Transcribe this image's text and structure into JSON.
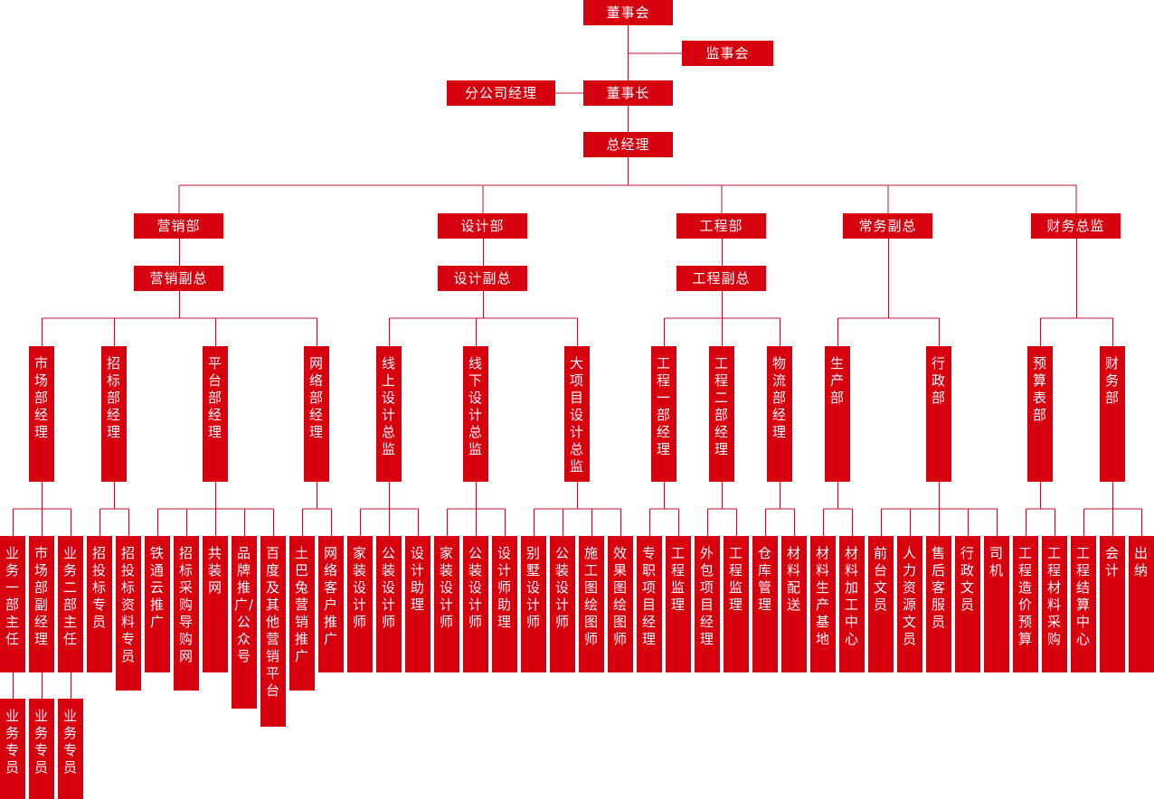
{
  "colors": {
    "box": "#d7000f",
    "line": "#c8102e",
    "text": "#ffffff"
  },
  "boxes": [
    {
      "id": "dongshihui",
      "label": "董事会"
    },
    {
      "id": "jianshihui",
      "label": "监事会"
    },
    {
      "id": "fengongsi",
      "label": "分公司经理"
    },
    {
      "id": "dongshizhang",
      "label": "董事长"
    },
    {
      "id": "zongjingli",
      "label": "总经理"
    },
    {
      "id": "yingxiaobu",
      "label": "营销部"
    },
    {
      "id": "shejibu",
      "label": "设计部"
    },
    {
      "id": "gongchengbu",
      "label": "工程部"
    },
    {
      "id": "changwu",
      "label": "常务副总"
    },
    {
      "id": "caiwu",
      "label": "财务总监"
    },
    {
      "id": "yingxiaofuzong",
      "label": "营销副总"
    },
    {
      "id": "shejifuzong",
      "label": "设计副总"
    },
    {
      "id": "gongchengfuzong",
      "label": "工程副总"
    },
    {
      "id": "l3_1",
      "label": "市场部经理"
    },
    {
      "id": "l3_2",
      "label": "招标部经理"
    },
    {
      "id": "l3_3",
      "label": "平台部经理"
    },
    {
      "id": "l3_4",
      "label": "网络部经理"
    },
    {
      "id": "l3_5",
      "label": "线上设计总监"
    },
    {
      "id": "l3_6",
      "label": "线下设计总监"
    },
    {
      "id": "l3_7",
      "label": "大项目设计总监"
    },
    {
      "id": "l3_8",
      "label": "工程一部经理"
    },
    {
      "id": "l3_9",
      "label": "工程二部经理"
    },
    {
      "id": "l3_10",
      "label": "物流部经理"
    },
    {
      "id": "l3_11",
      "label": "生产部"
    },
    {
      "id": "l3_12",
      "label": "行政部"
    },
    {
      "id": "l3_13",
      "label": "预算表部"
    },
    {
      "id": "l3_14",
      "label": "财务部"
    },
    {
      "id": "b1",
      "label": "业务一部主任"
    },
    {
      "id": "b2",
      "label": "市场部副经理"
    },
    {
      "id": "b3",
      "label": "业务二部主任"
    },
    {
      "id": "b4",
      "label": "招投标专员"
    },
    {
      "id": "b5",
      "label": "招投标资料专员"
    },
    {
      "id": "b6",
      "label": "铁通云推广"
    },
    {
      "id": "b7",
      "label": "招标采购导购网"
    },
    {
      "id": "b8",
      "label": "共装网"
    },
    {
      "id": "b9",
      "label": "品牌推广/公众号"
    },
    {
      "id": "b10",
      "label": "百度及其他营销平台"
    },
    {
      "id": "b11",
      "label": "土巴兔营销推广"
    },
    {
      "id": "b12",
      "label": "网络客户推广"
    },
    {
      "id": "b13",
      "label": "家装设计师"
    },
    {
      "id": "b14",
      "label": "公装设计师"
    },
    {
      "id": "b15",
      "label": "设计助理"
    },
    {
      "id": "b16",
      "label": "家装设计师"
    },
    {
      "id": "b17",
      "label": "公装设计师"
    },
    {
      "id": "b18",
      "label": "设计师助理"
    },
    {
      "id": "b19",
      "label": "别墅设计师"
    },
    {
      "id": "b20",
      "label": "公装设计师"
    },
    {
      "id": "b21",
      "label": "施工图绘图师"
    },
    {
      "id": "b22",
      "label": "效果图绘图师"
    },
    {
      "id": "b23",
      "label": "专职项目经理"
    },
    {
      "id": "b24",
      "label": "工程监理"
    },
    {
      "id": "b25",
      "label": "外包项目经理"
    },
    {
      "id": "b26",
      "label": "工程监理"
    },
    {
      "id": "b27",
      "label": "仓库管理"
    },
    {
      "id": "b28",
      "label": "材料配送"
    },
    {
      "id": "b29",
      "label": "材料生产基地"
    },
    {
      "id": "b30",
      "label": "材料加工中心"
    },
    {
      "id": "b31",
      "label": "前台文员"
    },
    {
      "id": "b32",
      "label": "人力资源文员"
    },
    {
      "id": "b33",
      "label": "售后客服员"
    },
    {
      "id": "b34",
      "label": "行政文员"
    },
    {
      "id": "b35",
      "label": "司机"
    },
    {
      "id": "b36",
      "label": "工程造价预算"
    },
    {
      "id": "b37",
      "label": "工程材料采购"
    },
    {
      "id": "b38",
      "label": "工程结算中心"
    },
    {
      "id": "b39",
      "label": "会计"
    },
    {
      "id": "b40",
      "label": "出纳"
    },
    {
      "id": "c1",
      "label": "业务专员"
    },
    {
      "id": "c2",
      "label": "业务专员"
    },
    {
      "id": "c3",
      "label": "业务专员"
    }
  ]
}
